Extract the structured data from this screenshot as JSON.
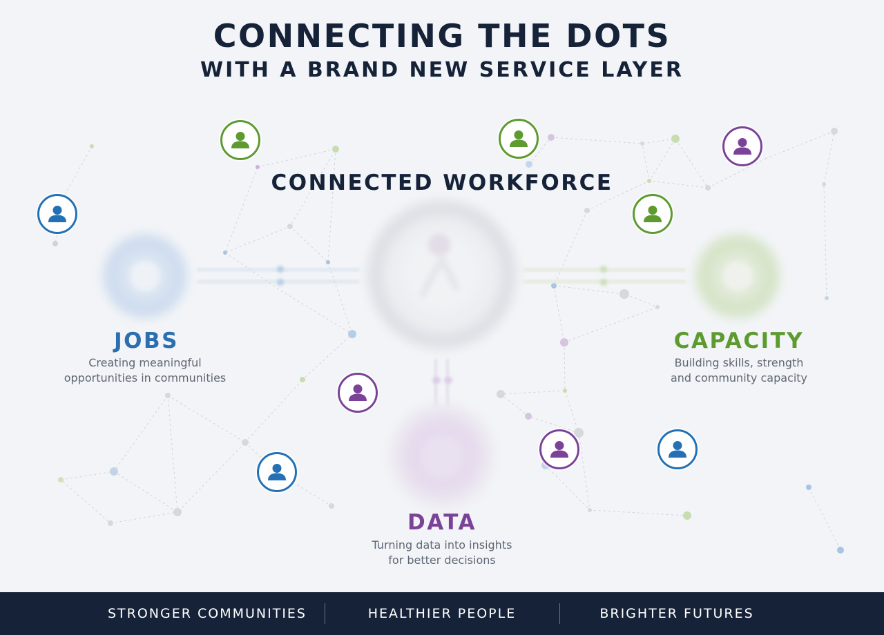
{
  "header": {
    "title": "CONNECTING THE DOTS",
    "subtitle": "WITH A BRAND NEW SERVICE LAYER"
  },
  "center": {
    "label": "CONNECTED WORKFORCE",
    "hub_icon": "connected-workforce-icon"
  },
  "pillars": {
    "jobs": {
      "title": "JOBS",
      "line1": "Creating meaningful",
      "line2": "opportunities in communities",
      "color": "#2b6fb0",
      "icon": "jobs-icon"
    },
    "capacity": {
      "title": "CAPACITY",
      "line1": "Building skills, strength",
      "line2": "and community capacity",
      "color": "#5d9a2f",
      "icon": "capacity-icon"
    },
    "data": {
      "title": "DATA",
      "line1": "Turning data into insights",
      "line2": "for better decisions",
      "color": "#7b4397",
      "icon": "data-icon"
    }
  },
  "people": {
    "icon": "person-icon",
    "blue": "#2371b4",
    "green": "#5d9a2f",
    "purple": "#7b4397"
  },
  "footer": {
    "item1": "STRONGER COMMUNITIES",
    "item2": "HEALTHIER PEOPLE",
    "item3": "BRIGHTER FUTURES",
    "background": "#152238"
  }
}
